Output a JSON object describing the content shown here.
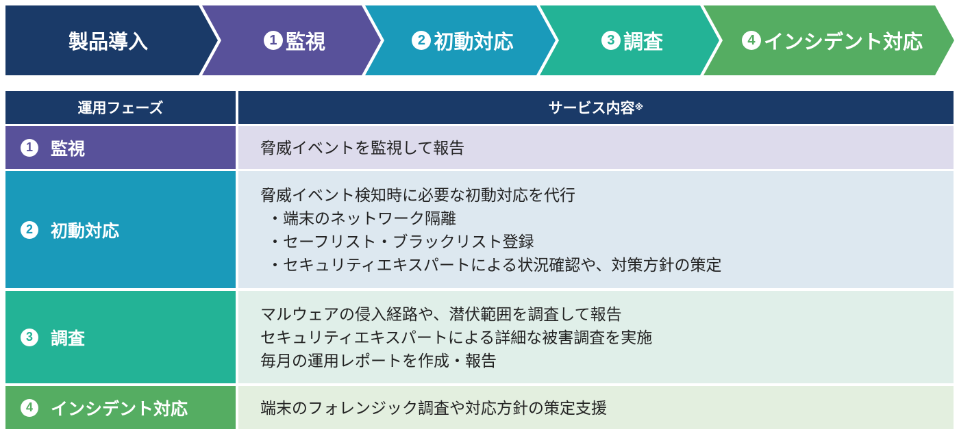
{
  "flow": {
    "steps": [
      {
        "num": "",
        "label": "製品導入",
        "color": "#1a3a68"
      },
      {
        "num": "1",
        "label": "監視",
        "color": "#58519a"
      },
      {
        "num": "2",
        "label": "初動対応",
        "color": "#1a9aba"
      },
      {
        "num": "3",
        "label": "調査",
        "color": "#23b396"
      },
      {
        "num": "4",
        "label": "インシデント対応",
        "color": "#55ad62"
      }
    ]
  },
  "table": {
    "headers": {
      "phase": "運用フェーズ",
      "service": "サービス内容",
      "note_mark": "※"
    },
    "rows": [
      {
        "num": "1",
        "phase": "監視",
        "lines": [
          "脅威イベントを監視して報告"
        ]
      },
      {
        "num": "2",
        "phase": "初動対応",
        "lines": [
          "脅威イベント検知時に必要な初動対応を代行",
          "・端末のネットワーク隔離",
          "・セーフリスト・ブラックリスト登録",
          "・セキュリティエキスパートによる状況確認や、対策方針の策定"
        ]
      },
      {
        "num": "3",
        "phase": "調査",
        "lines": [
          "マルウェアの侵入経路や、潜伏範囲を調査して報告",
          "セキュリティエキスパートによる詳細な被害調査を実施",
          "毎月の運用レポートを作成・報告"
        ]
      },
      {
        "num": "4",
        "phase": "インシデント対応",
        "lines": [
          "端末のフォレンジック調査や対応方針の策定支援"
        ]
      }
    ]
  }
}
